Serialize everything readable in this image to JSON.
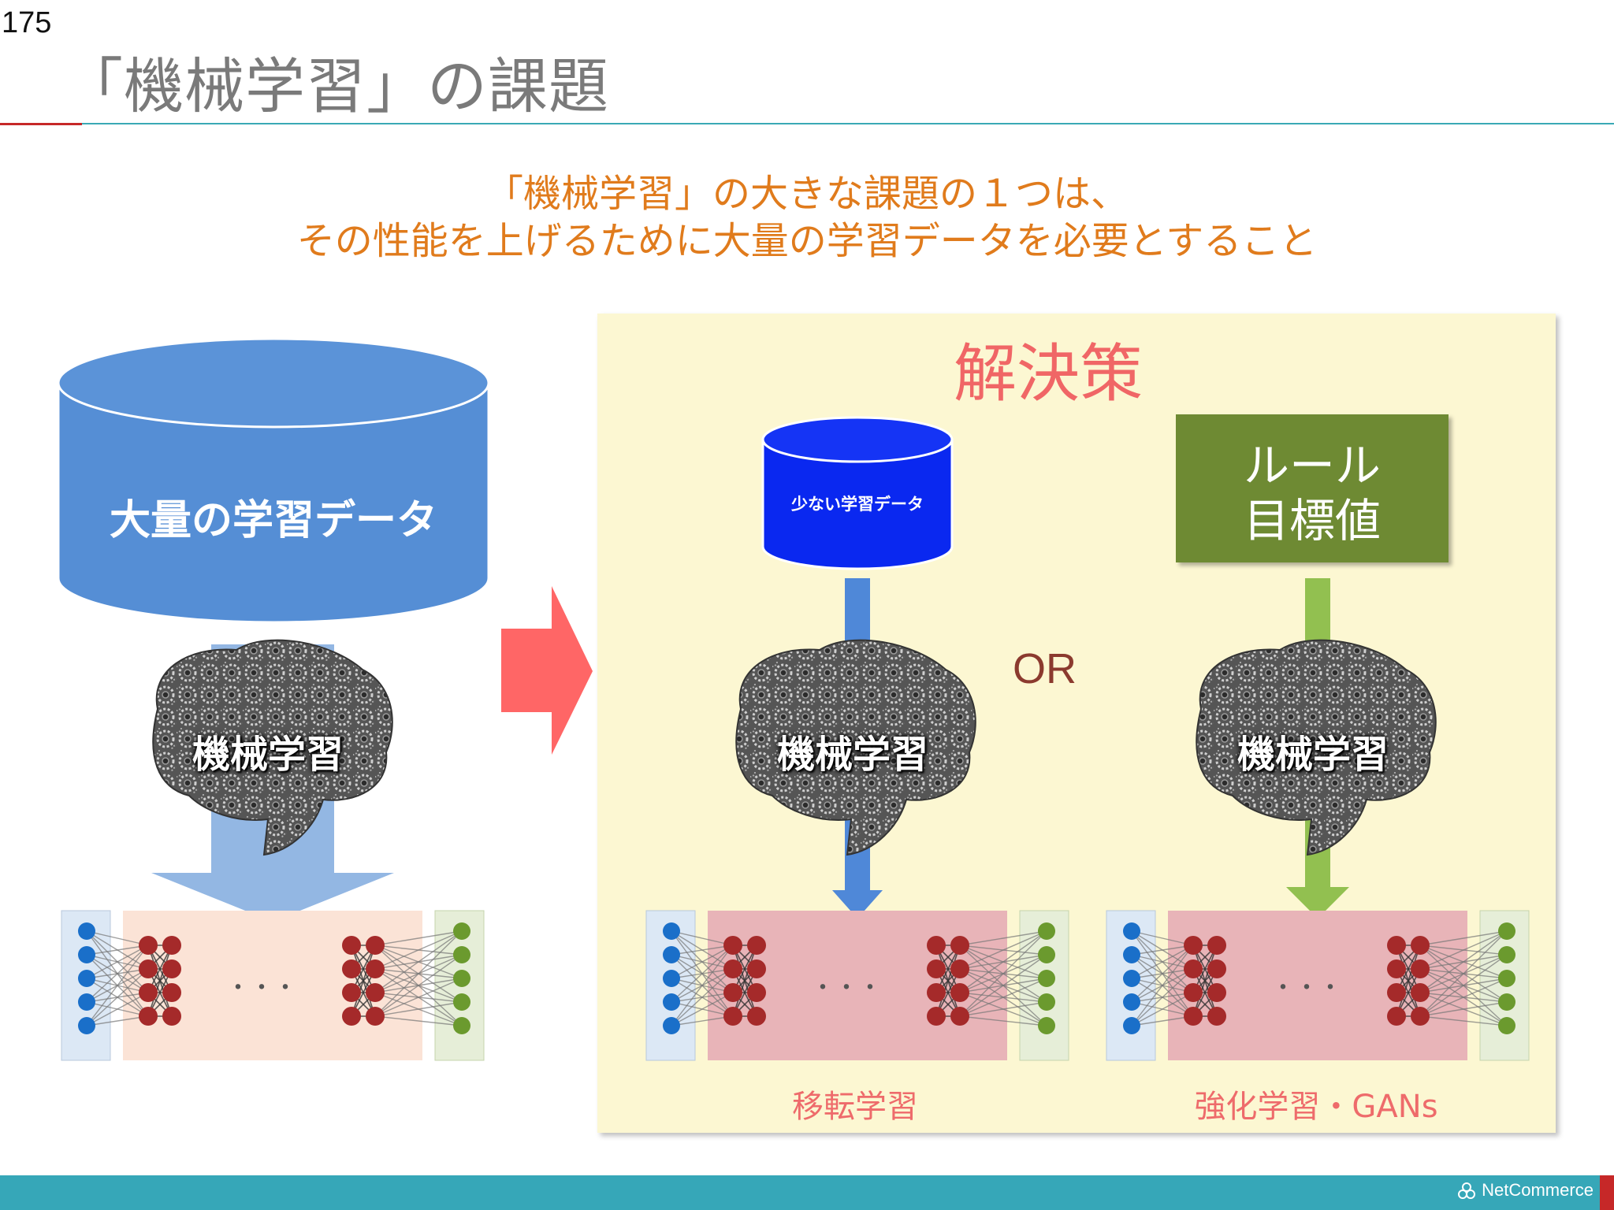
{
  "page_number": "175",
  "slide_title": "「機械学習」の課題",
  "subtitle": {
    "line1": "「機械学習」の大きな課題の１つは、",
    "line2": "その性能を上げるために大量の学習データを必要とすること"
  },
  "left": {
    "cylinder_label": "大量の学習データ",
    "brain_label": "機械学習"
  },
  "solution": {
    "title": "解決策",
    "or_label": "OR",
    "transfer": {
      "cylinder_label": "少ない学習データ",
      "brain_label": "機械学習",
      "caption": "移転学習"
    },
    "reinforcement": {
      "box_line1": "ルール",
      "box_line2": "目標値",
      "brain_label": "機械学習",
      "caption": "強化学習・GANs"
    }
  },
  "network_ellipsis": "・・・",
  "footer": {
    "logo_text": "NetCommerce"
  },
  "colors": {
    "title_gray": "#7a7a7a",
    "subtitle_orange": "#e07b1c",
    "solution_red": "#f06666",
    "or_brown": "#8b3a2e",
    "cylinder_blue": "#558ed5",
    "small_cylinder_blue": "#0a28f0",
    "rule_green": "#6e8a33",
    "footer_teal": "#36a7b8",
    "input_node_blue": "#1a6fc9",
    "hidden_node_red": "#a52a2a",
    "output_node_green": "#6b9a2e"
  }
}
